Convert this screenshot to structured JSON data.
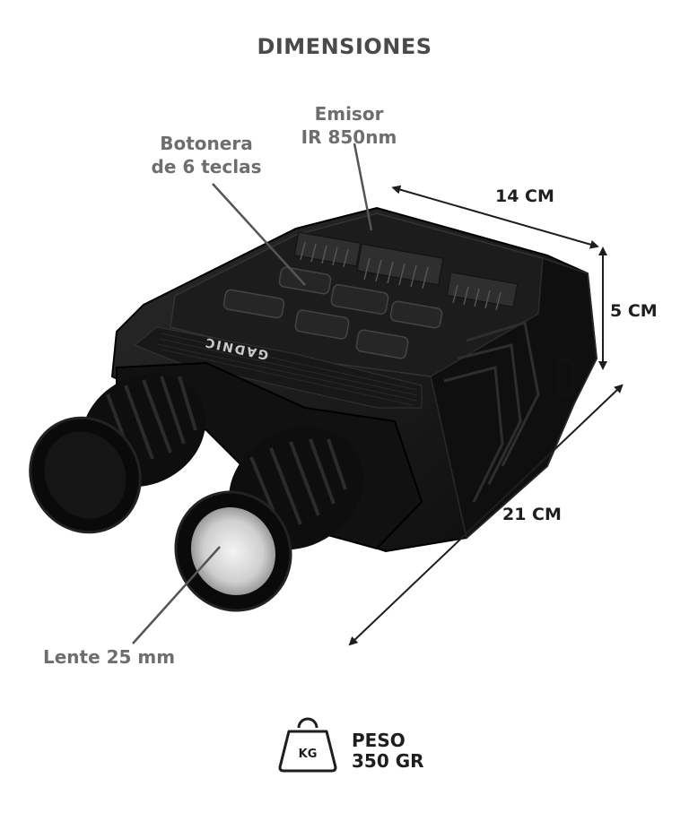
{
  "title": "DIMENSIONES",
  "callouts": {
    "emisor_line1": "Emisor",
    "emisor_line2": "IR 850nm",
    "botonera_line1": "Botonera",
    "botonera_line2": "de 6 teclas",
    "lente": "Lente 25 mm"
  },
  "dimensions": {
    "width": "14 CM",
    "height": "5 CM",
    "length": "21 CM"
  },
  "product": {
    "brand": "GADNIC"
  },
  "weight": {
    "icon": "kettlebell-weight-icon",
    "icon_text": "KG",
    "label": "PESO",
    "value": "350 GR"
  },
  "colors": {
    "body": "#141414",
    "accent_text": "#6e6e6e",
    "dim_text": "#1e1e1e"
  }
}
